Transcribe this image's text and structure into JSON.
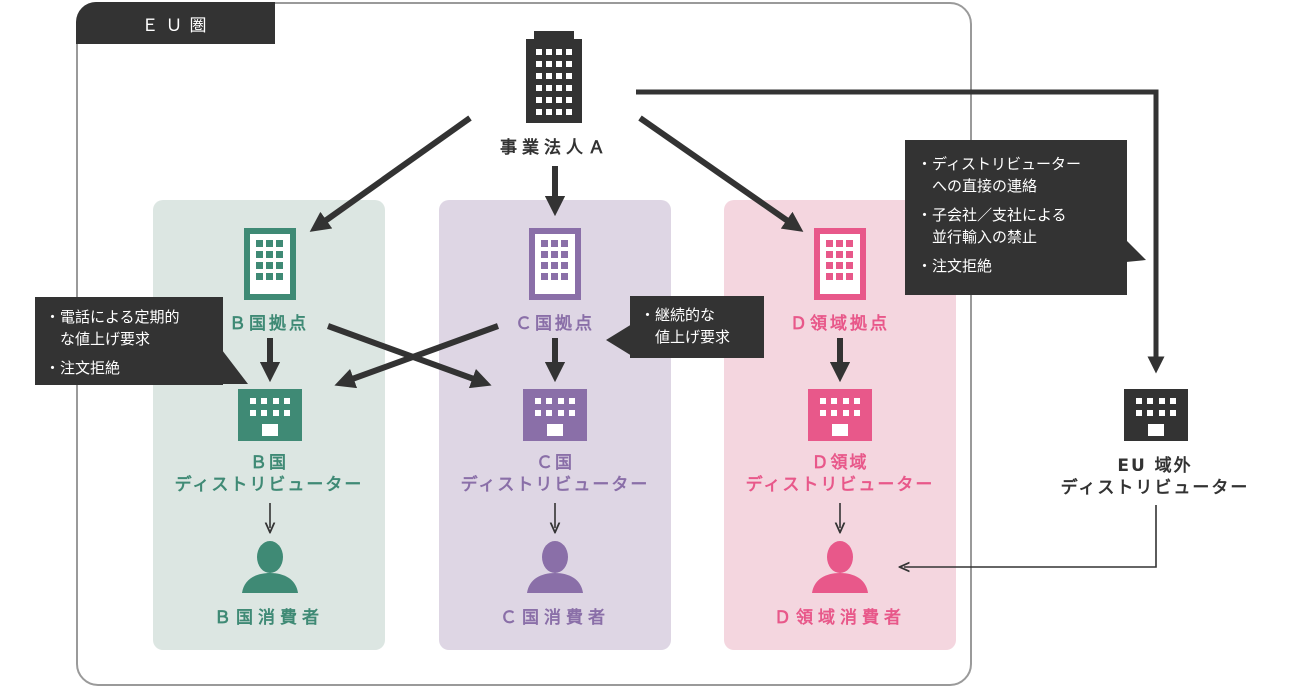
{
  "eu_zone": {
    "label": "ＥＵ圏"
  },
  "headquarters": {
    "label": "事業法人Ａ",
    "icon": "office-tower-icon"
  },
  "colors": {
    "green": "#3f8a75",
    "purple": "#8a6fa8",
    "pink": "#e8588a",
    "dark": "#333333"
  },
  "regions": [
    {
      "base": "Ｂ国拠点",
      "distributor_line1": "Ｂ国",
      "distributor_line2": "ディストリビューター",
      "consumer": "Ｂ国消費者"
    },
    {
      "base": "Ｃ国拠点",
      "distributor_line1": "Ｃ国",
      "distributor_line2": "ディストリビューター",
      "consumer": "Ｃ国消費者"
    },
    {
      "base": "Ｄ領域拠点",
      "distributor_line1": "Ｄ領域",
      "distributor_line2": "ディストリビューター",
      "consumer": "Ｄ領域消費者"
    }
  ],
  "outside_distributor": {
    "line1": "EU 域外",
    "line2": "ディストリビューター"
  },
  "callouts": {
    "left": [
      "・電話による定期的",
      "　な値上げ要求",
      "・注文拒絶"
    ],
    "middle": [
      "・継続的な",
      "　値上げ要求"
    ],
    "right": [
      "・ディストリビューター",
      "　への直接の連絡",
      "・子会社／支社による",
      "　並行輸入の禁止",
      "・注文拒絶"
    ]
  }
}
